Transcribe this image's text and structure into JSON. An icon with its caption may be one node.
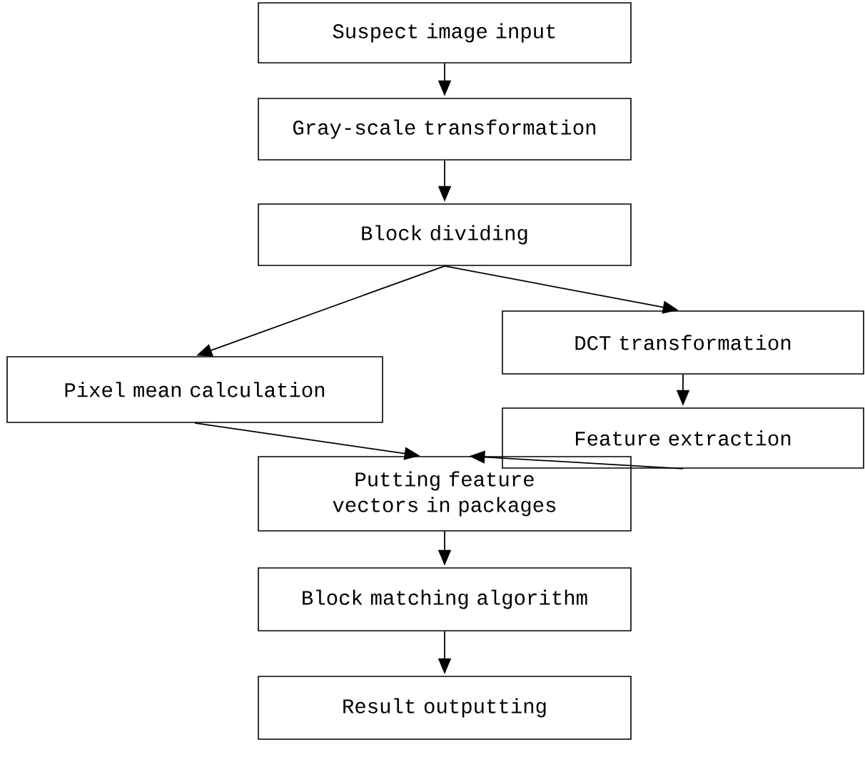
{
  "diagram": {
    "nodes": [
      {
        "text": [
          "Suspect image input"
        ]
      },
      {
        "text": [
          "Gray-scale transformation"
        ]
      },
      {
        "text": [
          "Block dividing"
        ]
      },
      {
        "text": [
          "Pixel mean calculation"
        ]
      },
      {
        "text": [
          "DCT transformation"
        ]
      },
      {
        "text": [
          "Feature extraction"
        ]
      },
      {
        "text": [
          "Putting feature vectors in packages"
        ]
      },
      {
        "text": [
          "Block matching algorithm"
        ]
      },
      {
        "text": [
          "Result outputting"
        ]
      }
    ],
    "edges": [
      {
        "from": 0,
        "to": 1,
        "arrow": "to"
      },
      {
        "from": 1,
        "to": 2,
        "arrow": "to"
      },
      {
        "from": 2,
        "to": 3,
        "arrow": "to"
      },
      {
        "from": 2,
        "to": 4,
        "arrow": "to"
      },
      {
        "from": 4,
        "to": 5,
        "arrow": "to"
      },
      {
        "from": 3,
        "to": 6,
        "arrow": "to"
      },
      {
        "from": 5,
        "to": 6,
        "arrow": "to"
      },
      {
        "from": 6,
        "to": 7,
        "arrow": "to"
      },
      {
        "from": 7,
        "to": 8,
        "arrow": "to"
      }
    ]
  }
}
